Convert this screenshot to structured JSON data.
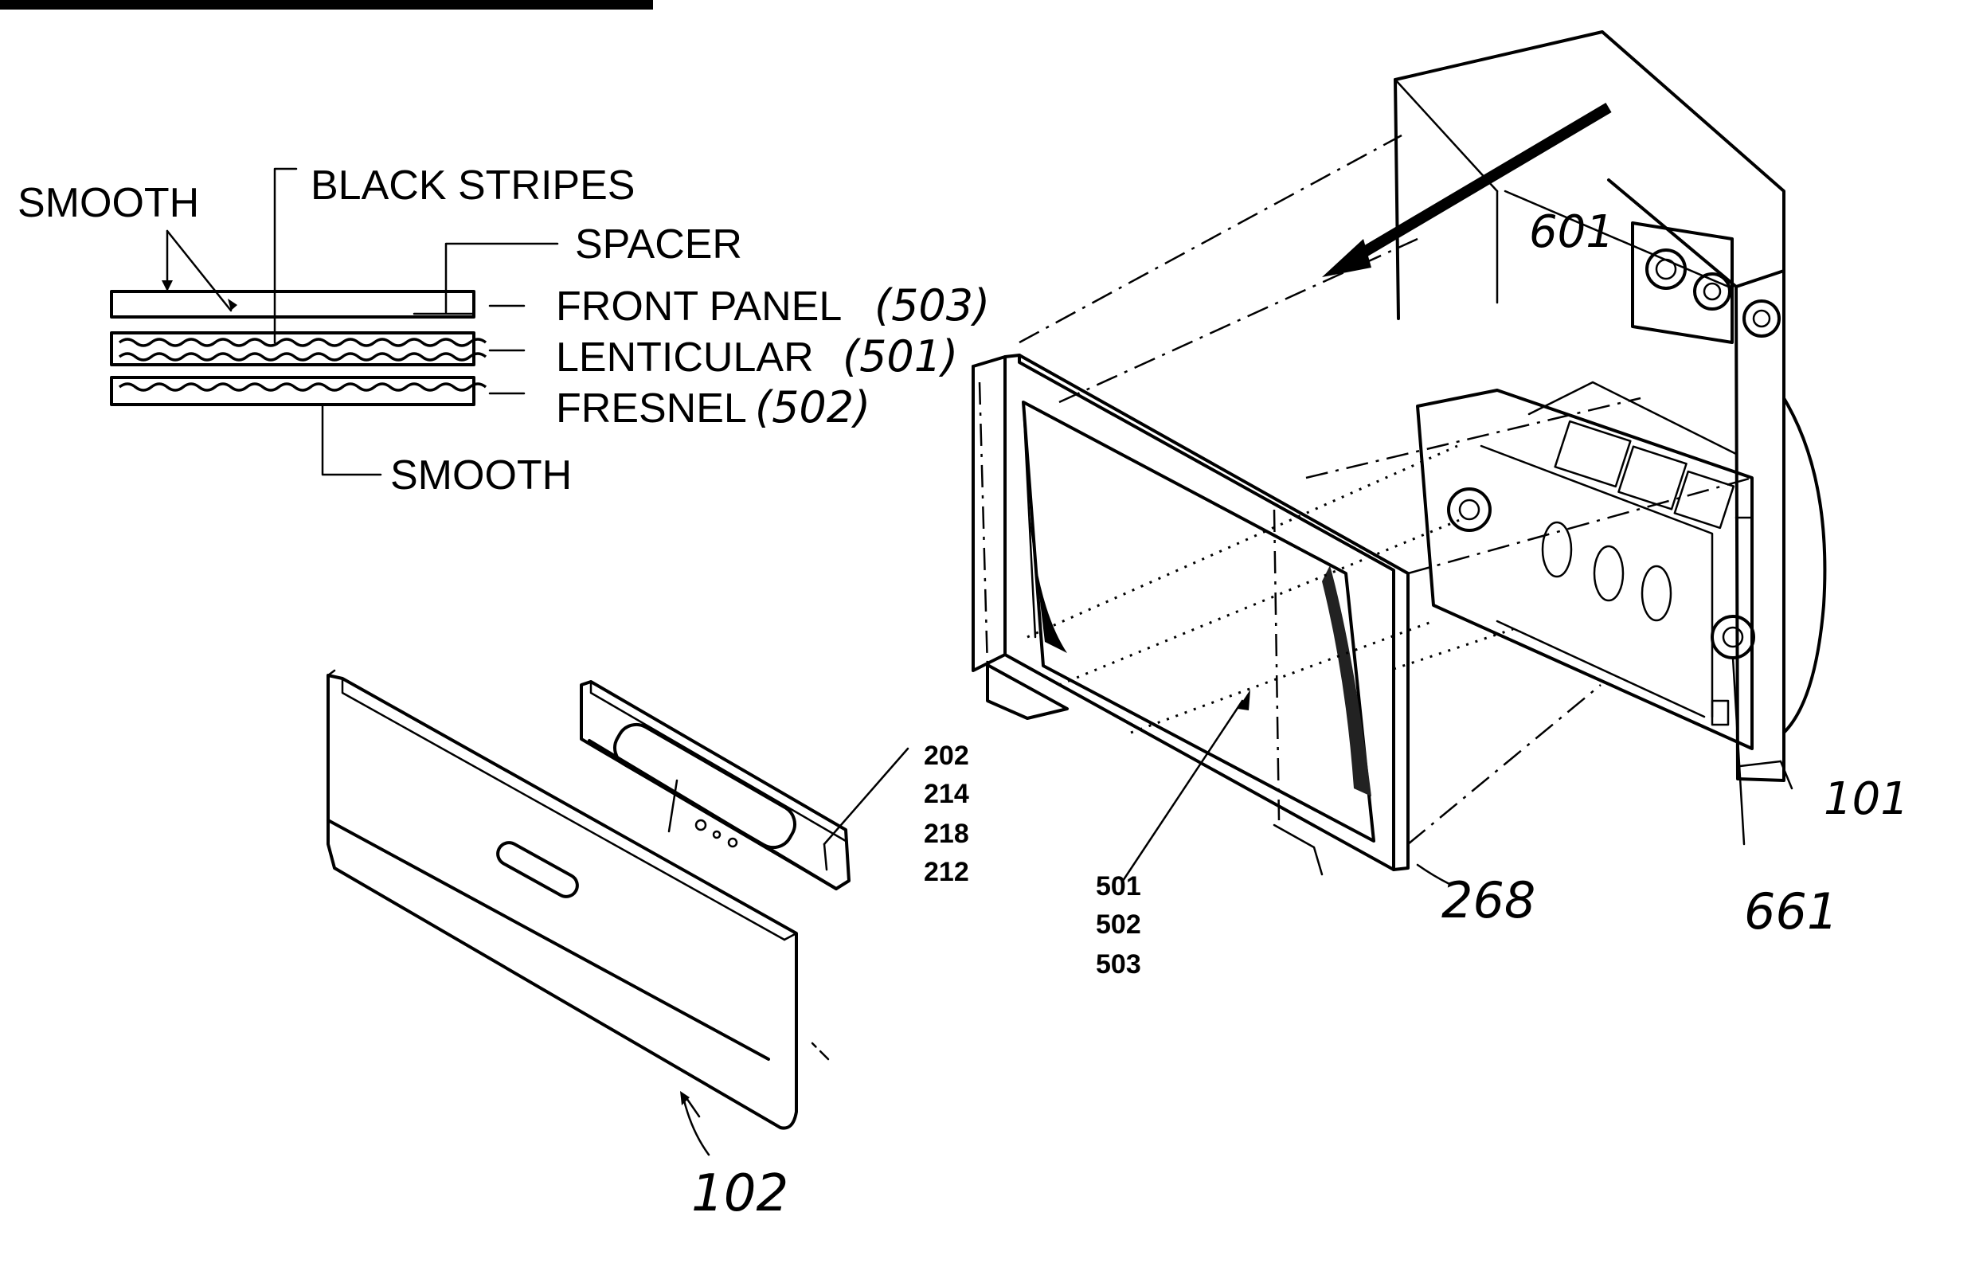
{
  "diagram": {
    "layer_labels": {
      "smooth_top": "SMOOTH",
      "black_stripes": "BLACK STRIPES",
      "spacer": "SPACER",
      "front_panel": "FRONT PANEL",
      "front_panel_ref": "(503)",
      "lenticular": "LENTICULAR",
      "lenticular_ref": "(501)",
      "fresnel": "FRESNEL",
      "fresnel_ref": "(502)",
      "smooth_bottom": "SMOOTH"
    },
    "part_numbers": {
      "control_board": [
        "202",
        "214",
        "218",
        "212"
      ],
      "screen": [
        "501",
        "502",
        "503"
      ],
      "bezel": "268",
      "cabinet": "101",
      "jack_panel": "661",
      "rear_board": "601",
      "door": "102"
    }
  }
}
